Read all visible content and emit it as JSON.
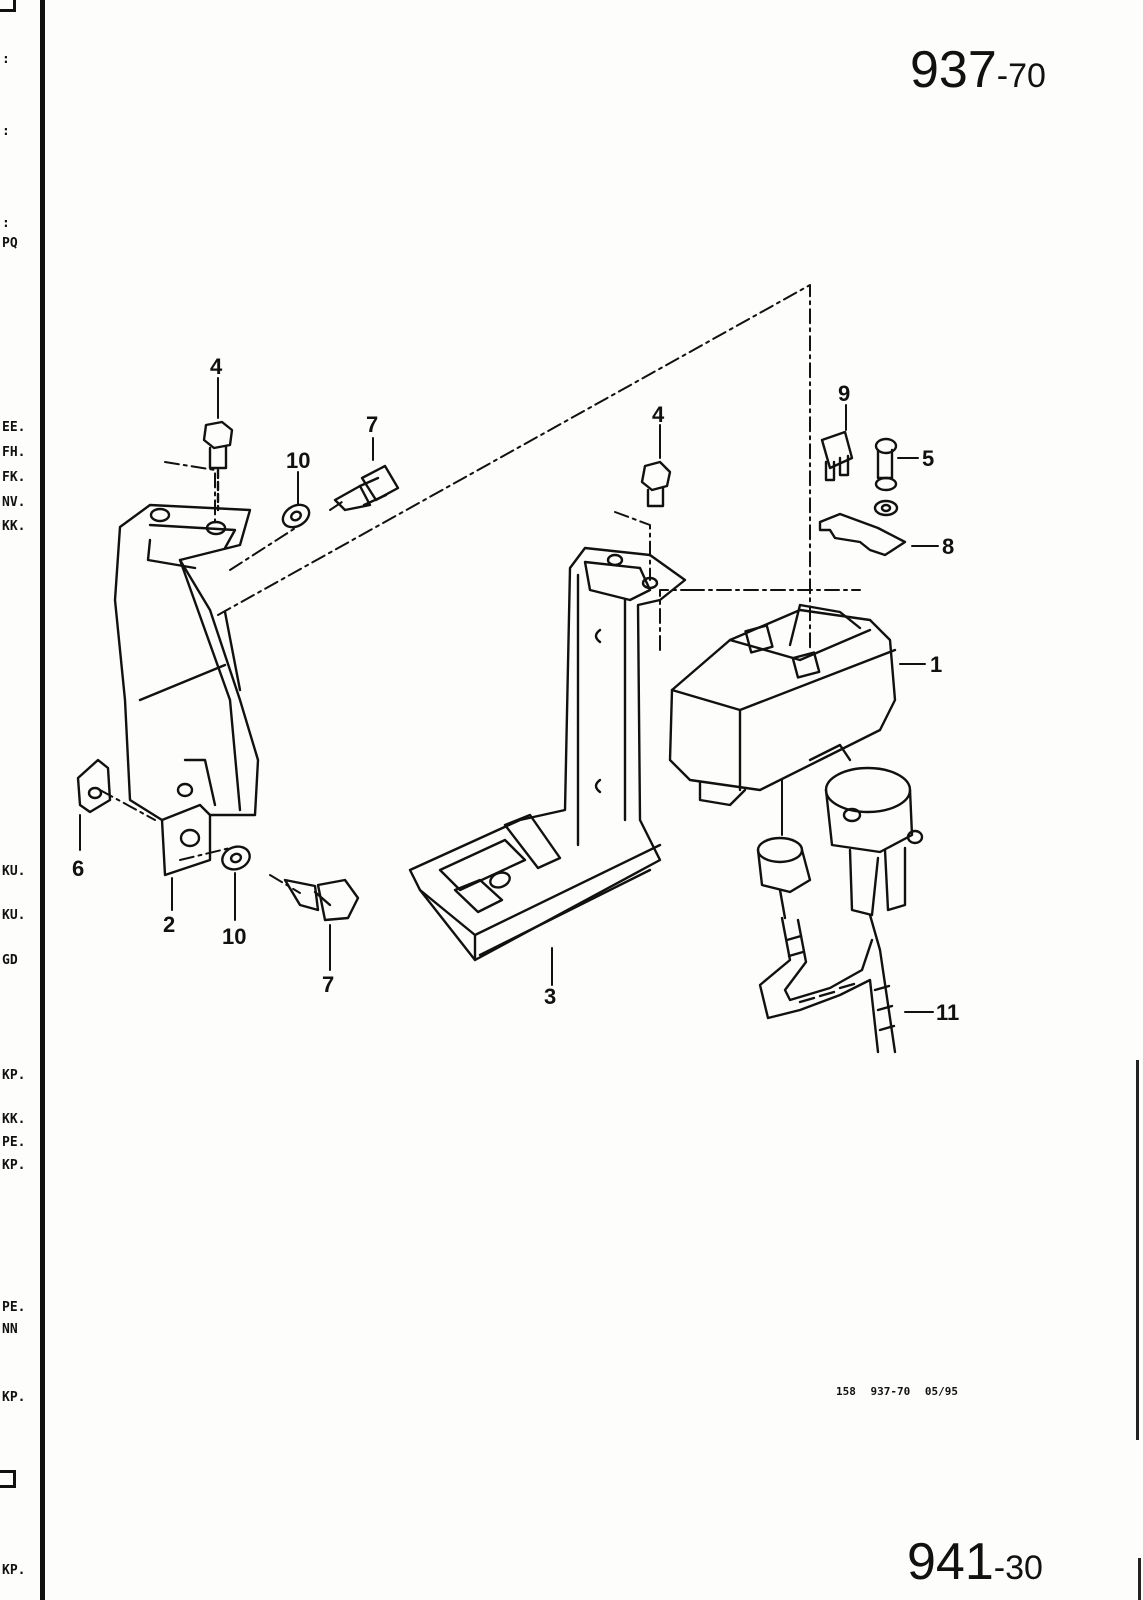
{
  "page_ref_top": {
    "main": "937",
    "suffix": "-70"
  },
  "page_ref_bottom": {
    "main": "941",
    "suffix": "-30"
  },
  "footer_code": "158 937-70 05/95",
  "margin_codes": [
    ":",
    ":",
    ":",
    "PQ",
    "EE.",
    "FH.",
    "FK.",
    "NV.",
    "KK.",
    "KU.",
    "KU.",
    "GD",
    "KP.",
    "KK.",
    "PE.",
    "KP.",
    "PE.",
    "NN",
    "KP.",
    "KP."
  ],
  "callouts": [
    "4",
    "7",
    "10",
    "6",
    "2",
    "10",
    "7",
    "4",
    "3",
    "9",
    "5",
    "8",
    "1",
    "11"
  ]
}
